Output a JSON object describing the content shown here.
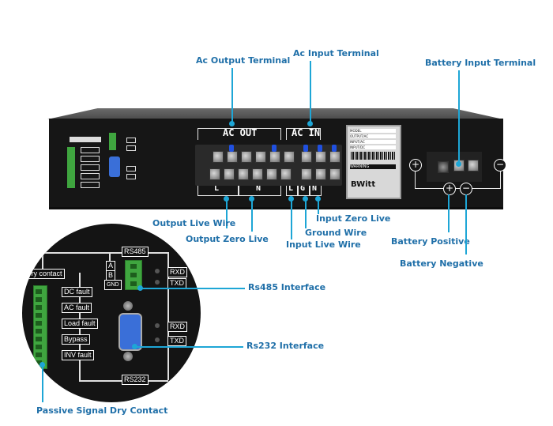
{
  "callouts": {
    "ac_output_terminal": "Ac Output Terminal",
    "ac_input_terminal": "Ac Input Terminal",
    "battery_input_terminal": "Battery Input Terminal",
    "output_live_wire": "Output Live Wire",
    "output_zero_live": "Output Zero Live",
    "input_zero_live": "Input Zero Live",
    "ground_wire": "Ground Wire",
    "input_live_wire": "Input Live Wire",
    "battery_positive": "Battery Positive",
    "battery_negative": "Battery Negative",
    "rs485_interface": "Rs485 Interface",
    "rs232_interface": "Rs232 Interface",
    "passive_signal_dry_contact": "Passive Signal Dry Contact"
  },
  "panel": {
    "ac_out": "AC OUT",
    "ac_in": "AC IN",
    "out_l": "L",
    "out_n": "N",
    "in_l": "L",
    "in_g": "G",
    "in_n": "N",
    "plus": "+",
    "minus": "−"
  },
  "nameplate": {
    "model": "MODEL",
    "output_ac": "OUTPUT/AC",
    "input_ac": "INPUT/AC",
    "input_dc": "INPUT/DC",
    "warning": "WARNING",
    "brand": "BWitt"
  },
  "detail": {
    "rs485": "RS485",
    "rs232": "RS232",
    "dry_contact": "Dry contact",
    "a": "A",
    "b": "B",
    "gnd": "GND",
    "rxd1": "RXD",
    "txd1": "TXD",
    "rxd2": "RXD",
    "txd2": "TXD",
    "faults": [
      "DC fault",
      "AC fault",
      "Load fault",
      "Bypass",
      "INV fault"
    ]
  },
  "colors": {
    "accent": "#1ea6d6",
    "text": "#1f6fa8",
    "terminal_green": "#3fa53f",
    "db9_blue": "#3a6fd8"
  }
}
